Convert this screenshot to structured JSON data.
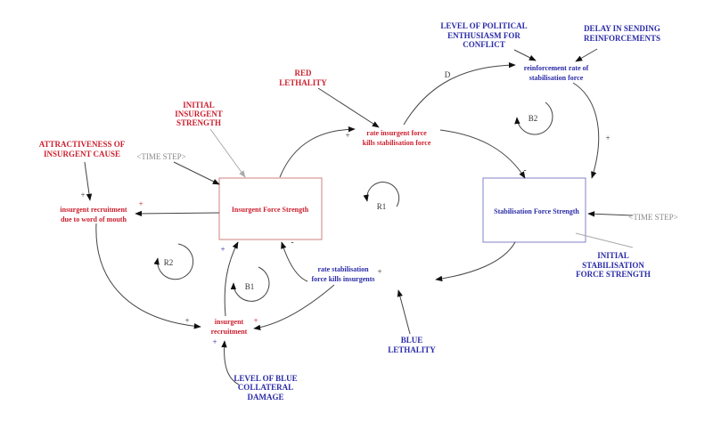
{
  "variables": {
    "attractiveness": [
      "ATTRACTIVENESS OF",
      "INSURGENT CAUSE"
    ],
    "time_step_left": "<TIME STEP>",
    "initial_insurgent": [
      "INITIAL",
      "INSURGENT",
      "STRENGTH"
    ],
    "red_lethality": [
      "RED",
      "LETHALITY"
    ],
    "political_enthusiasm": [
      "LEVEL OF POLITICAL",
      "ENTHUSIASM FOR",
      "CONFLICT"
    ],
    "delay_reinforcements": [
      "DELAY IN SENDING",
      "REINFORCEMENTS"
    ],
    "reinforcement_rate": [
      "reinforcement rate of",
      "stabilisation force"
    ],
    "rate_insurgent_kills": [
      "rate insurgent force",
      "kills stabilisation force"
    ],
    "insurgent_force_strength": "Insurgent Force Strength",
    "stabilisation_force_strength": "Stabilisation Force Strength",
    "time_step_right": "<TIME STEP>",
    "initial_stabilisation": [
      "INITIAL",
      "STABILISATION",
      "FORCE STRENGTH"
    ],
    "word_of_mouth": [
      "insurgent recruitment",
      "due to word of mouth"
    ],
    "rate_stabilisation_kills": [
      "rate stabilisation",
      "force kills insurgents"
    ],
    "insurgent_recruitment": [
      "insurgent",
      "recruitment"
    ],
    "blue_lethality": [
      "BLUE",
      "LETHALITY"
    ],
    "collateral_damage": [
      "LEVEL OF BLUE",
      "COLLATERAL",
      "DAMAGE"
    ]
  },
  "loops": {
    "r1": "R1",
    "r2": "R2",
    "b1": "B1",
    "b2": "B2"
  },
  "polarity": {
    "plus": "+",
    "minus": "-",
    "delay": "D"
  },
  "colors": {
    "red": "#cc1f2e",
    "blue": "#2a2aa8",
    "box_red": "#d08080",
    "box_blue": "#8080c8"
  }
}
